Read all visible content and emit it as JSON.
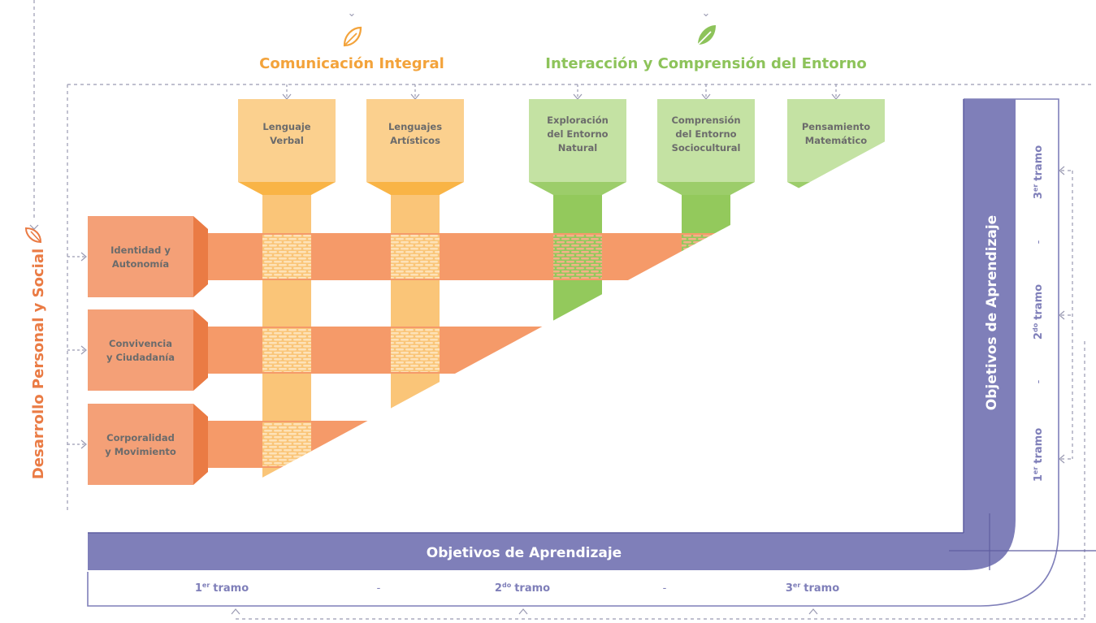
{
  "colors": {
    "orange_title": "#f3a33b",
    "orange_left": "#ea7b44",
    "orange_box": "#f4a077",
    "arrow_band": "#f59a69",
    "yellow_col": "#fac578",
    "yellow_box": "#fbd08e",
    "yellow_band": "#f9b446",
    "green_title": "#8dc35a",
    "green_col": "#93c95c",
    "green_box": "#c4e2a3",
    "green_band": "#9ccd6a",
    "purple": "#7f7fb9",
    "purple_dark": "#5f5ea1",
    "dashed": "#8f8fa8",
    "box_text": "#6b6b6b",
    "tramo_text": "#7f7fb9"
  },
  "left_axis": {
    "title": "Desarrollo Personal y Social",
    "icon": "leaf-icon",
    "rows": [
      {
        "line1": "Identidad y",
        "line2": "Autonomía"
      },
      {
        "line1": "Convivencia",
        "line2": "y Ciudadanía"
      },
      {
        "line1": "Corporalidad",
        "line2": "y Movimiento"
      }
    ]
  },
  "top_groups": [
    {
      "title": "Comunicación Integral",
      "icon": "leaf-icon"
    },
    {
      "title": "Interacción y Comprensión del Entorno",
      "icon": "leaf-icon"
    }
  ],
  "columns": [
    {
      "lines": [
        "Lenguaje",
        "Verbal"
      ],
      "group": "comunicacion"
    },
    {
      "lines": [
        "Lenguajes",
        "Artísticos"
      ],
      "group": "comunicacion"
    },
    {
      "lines": [
        "Exploración",
        "del Entorno",
        "Natural"
      ],
      "group": "interaccion"
    },
    {
      "lines": [
        "Comprensión",
        "del Entorno",
        "Sociocultural"
      ],
      "group": "interaccion"
    },
    {
      "lines": [
        "Pensamiento",
        "Matemático"
      ],
      "group": "interaccion"
    }
  ],
  "objectives": {
    "horizontal_label": "Objetivos de Aprendizaje",
    "vertical_label": "Objetivos de Aprendizaje"
  },
  "tramos_bottom": [
    {
      "num": "1",
      "sup": "er",
      "word": "tramo"
    },
    {
      "num": "2",
      "sup": "do",
      "word": "tramo"
    },
    {
      "num": "3",
      "sup": "er",
      "word": "tramo"
    }
  ],
  "tramos_right": [
    {
      "num": "3",
      "sup": "er",
      "word": "tramo"
    },
    {
      "num": "2",
      "sup": "do",
      "word": "tramo"
    },
    {
      "num": "1",
      "sup": "er",
      "word": "tramo"
    }
  ],
  "separator": "-"
}
